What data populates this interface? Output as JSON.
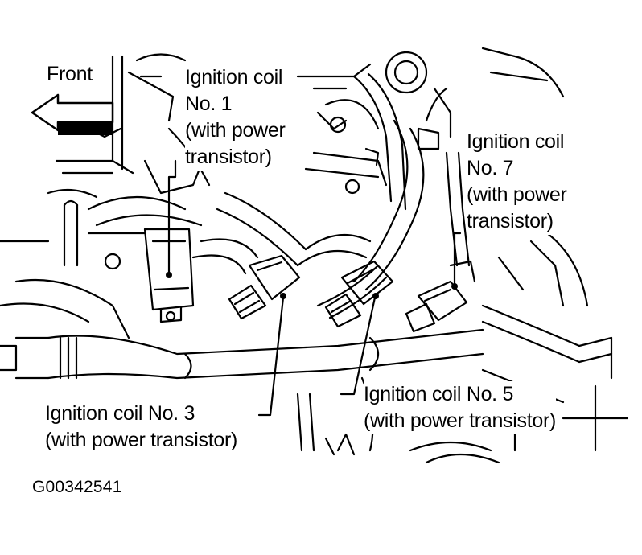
{
  "colors": {
    "ink": "#000000",
    "paper": "#ffffff"
  },
  "front_arrow": {
    "label": "Front",
    "icon": "arrow-left-icon"
  },
  "callouts": {
    "coil1": {
      "line1": "Ignition coil",
      "line2": "No. 1",
      "line3": "(with  power",
      "line4": "transistor)"
    },
    "coil7": {
      "line1": "Ignition coil",
      "line2": "No. 7",
      "line3": "(with  power",
      "line4": "transistor)"
    },
    "coil3": {
      "line1": "Ignition coil No. 3",
      "line2": "(with  power transistor)"
    },
    "coil5": {
      "line1": "Ignition coil No. 5",
      "line2": "(with  power transistor)"
    }
  },
  "figure_code": "G00342541"
}
